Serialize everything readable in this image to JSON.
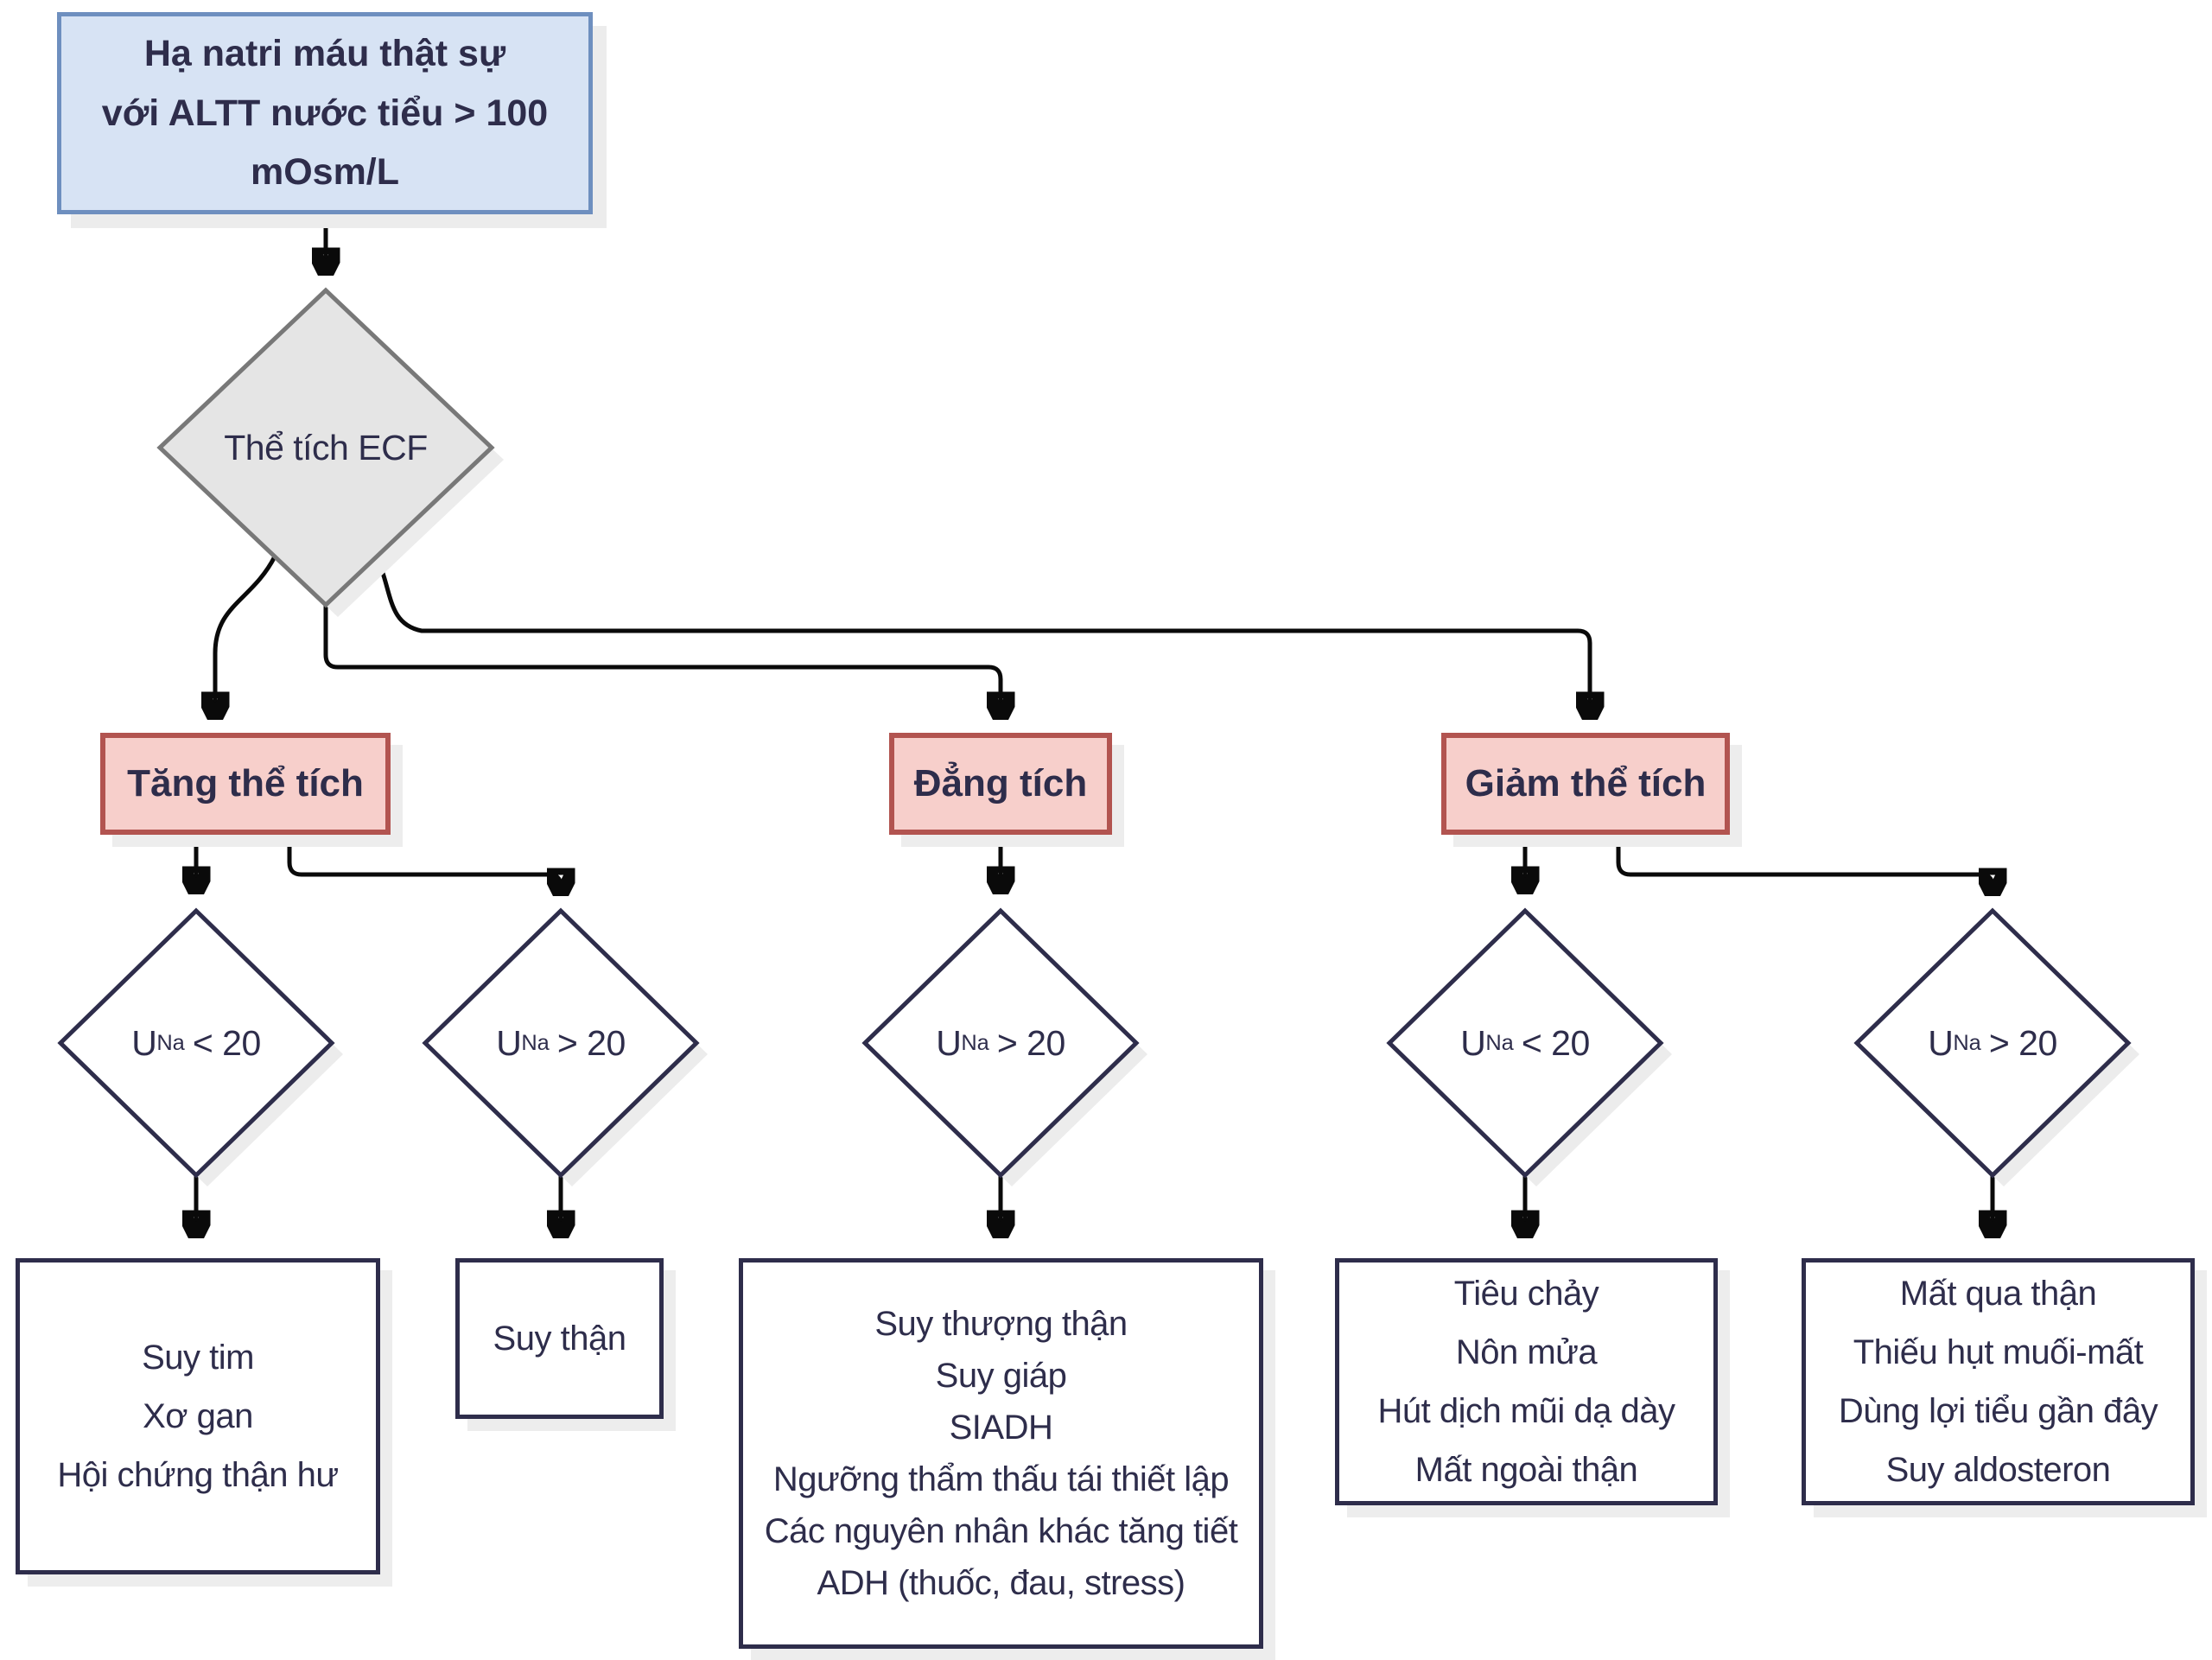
{
  "colors": {
    "root_fill": "#d7e3f4",
    "root_border": "#6e8fbf",
    "branch_fill": "#f7cfcb",
    "branch_border": "#b25450",
    "decision_gray_fill": "#e5e5e5",
    "decision_gray_border": "#787878",
    "node_navy": "#2e2d4b",
    "arrow_black": "#0a0a0a",
    "shadow_gray": "#ececec"
  },
  "root": {
    "lines": [
      "Hạ natri máu thật sự",
      "với ALTT nước tiểu > 100",
      "mOsm/L"
    ]
  },
  "ecf_decision": {
    "label": "Thể tích ECF"
  },
  "branches": [
    {
      "label": "Tăng thể tích"
    },
    {
      "label": "Đẳng tích"
    },
    {
      "label": "Giảm thể tích"
    }
  ],
  "una_decisions": [
    {
      "pre": "U",
      "sub": "Na",
      "post": "< 20"
    },
    {
      "pre": "U",
      "sub": "Na",
      "post": "> 20"
    },
    {
      "pre": "U",
      "sub": "Na",
      "post": "> 20"
    },
    {
      "pre": "U",
      "sub": "Na",
      "post": "< 20"
    },
    {
      "pre": "U",
      "sub": "Na",
      "post": "> 20"
    }
  ],
  "outcomes": [
    {
      "lines": [
        "Suy tim",
        "Xơ gan",
        "Hội chứng thận hư"
      ]
    },
    {
      "lines": [
        "Suy thận"
      ]
    },
    {
      "lines": [
        "Suy thượng thận",
        "Suy giáp",
        "SIADH",
        "Ngưỡng thẩm thấu tái thiết lập",
        "Các nguyên nhân khác tăng tiết ADH (thuốc, đau, stress)"
      ]
    },
    {
      "lines": [
        "Tiêu chảy",
        "Nôn mửa",
        "Hút dịch mũi dạ dày",
        "Mất ngoài thận"
      ]
    },
    {
      "lines": [
        "Mất qua thận",
        "Thiếu hụt muối-mất",
        "Dùng lợi tiểu gần đây",
        "Suy aldosteron"
      ]
    }
  ]
}
